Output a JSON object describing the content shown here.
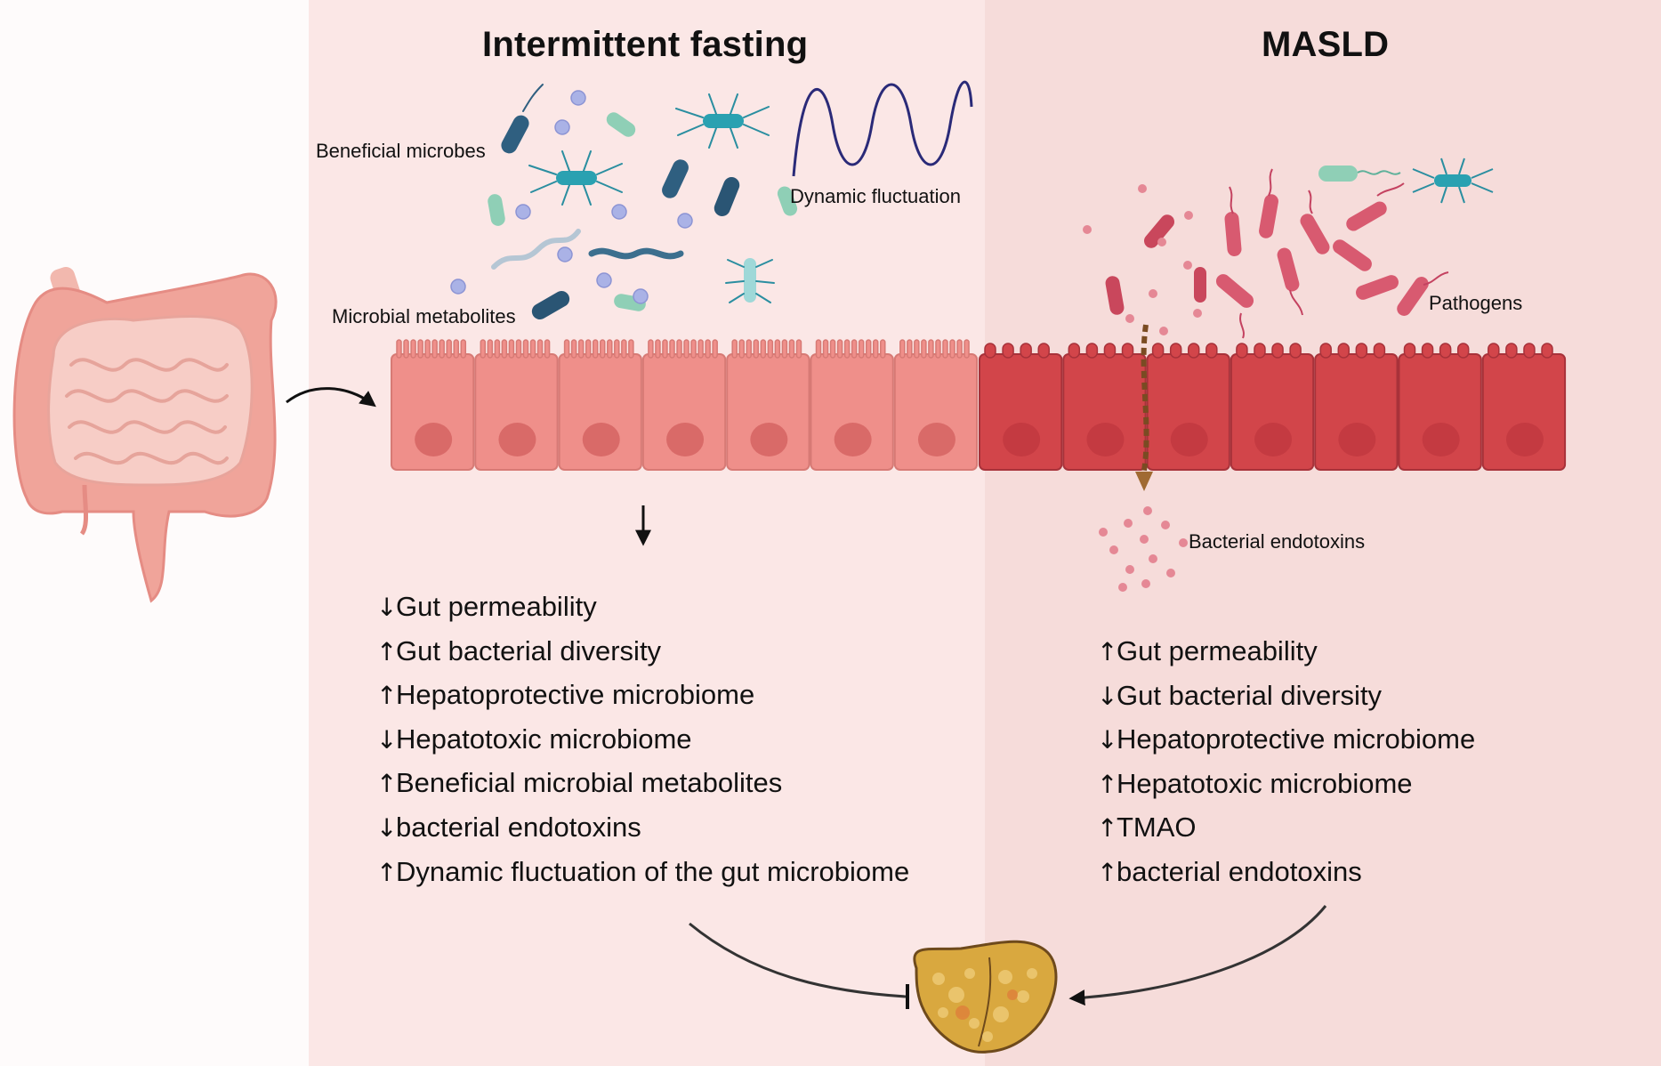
{
  "titles": {
    "intermittent_fasting": "Intermittent fasting",
    "masld": "MASLD"
  },
  "labels": {
    "beneficial_microbes": "Beneficial microbes",
    "dynamic_fluctuation": "Dynamic fluctuation",
    "microbial_metabolites": "Microbial metabolites",
    "pathogens": "Pathogens",
    "bacterial_endotoxins": "Bacterial endotoxins"
  },
  "if_effects": [
    {
      "dir": "↓",
      "text": "Gut permeability"
    },
    {
      "dir": "↑",
      "text": "Gut bacterial diversity"
    },
    {
      "dir": "↑",
      "text": "Hepatoprotective microbiome"
    },
    {
      "dir": "↓",
      "text": "Hepatotoxic microbiome"
    },
    {
      "dir": "↑",
      "text": "Beneficial microbial metabolites"
    },
    {
      "dir": "↓",
      "text": "bacterial endotoxins"
    },
    {
      "dir": "↑",
      "text": "Dynamic fluctuation of the gut microbiome"
    }
  ],
  "masld_effects": [
    {
      "dir": "↑",
      "text": "Gut permeability"
    },
    {
      "dir": "↓",
      "text": "Gut bacterial diversity"
    },
    {
      "dir": "↓",
      "text": "Hepatoprotective microbiome"
    },
    {
      "dir": "↑",
      "text": "Hepatotoxic microbiome"
    },
    {
      "dir": "↑",
      "text": "TMAO"
    },
    {
      "dir": "↑",
      "text": "bacterial endotoxins"
    }
  ],
  "colors": {
    "panel_if": "#fbe7e6",
    "panel_masld": "#f6dcda",
    "healthy_cell": "#ef8f8a",
    "inflamed_cell": "#d2454a",
    "beneficial_microbe": "#2d6a8a",
    "pathogen": "#d85a70",
    "liver": "#d9a83f"
  },
  "icons": {
    "gut": "intestine-icon",
    "liver": "fatty-liver-icon",
    "wave": "sine-wave-icon"
  }
}
